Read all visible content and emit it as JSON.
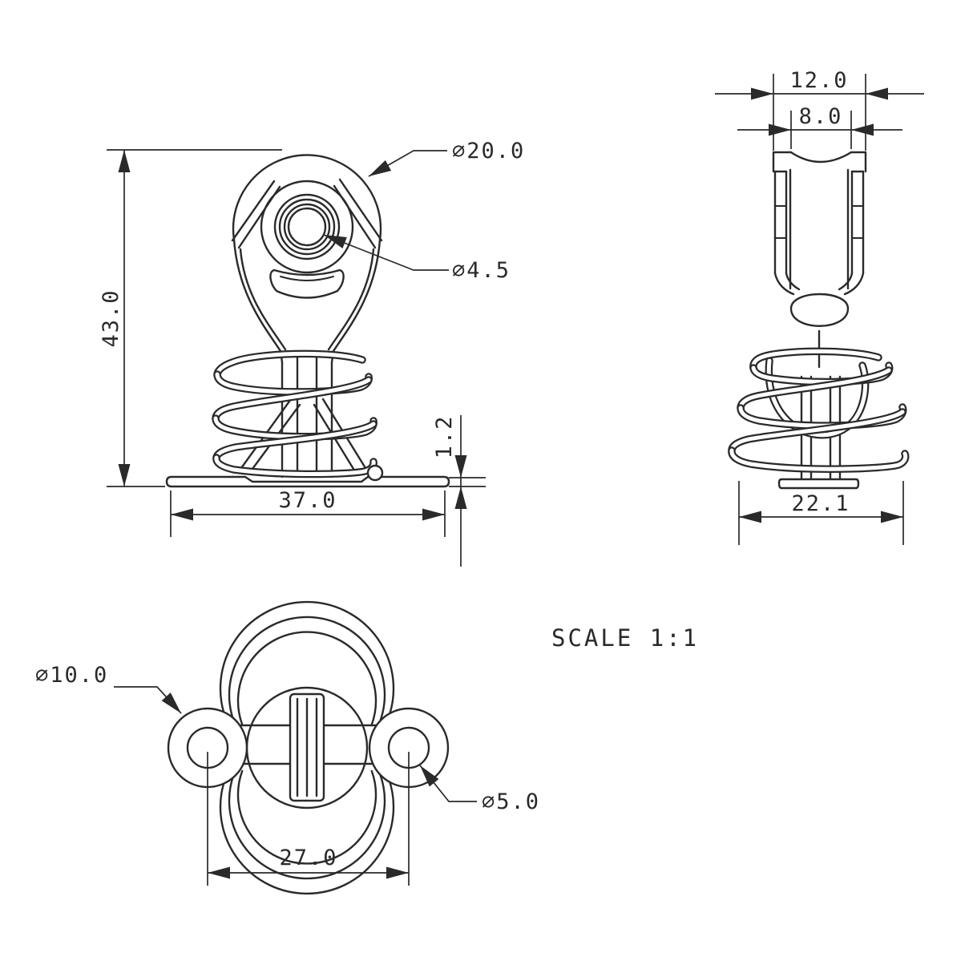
{
  "drawing": {
    "scale_label": "SCALE  1:1",
    "line_color": "#2a2a2a",
    "background_color": "#ffffff",
    "views": {
      "front": {
        "dimensions": {
          "height": "43.0",
          "base_width": "37.0",
          "plate_thickness": "1.2",
          "sheave_diameter": "∅20.0",
          "bore_diameter": "∅4.5"
        }
      },
      "side": {
        "dimensions": {
          "outer_width": "12.0",
          "groove_width": "8.0",
          "spring_outer_diameter": "22.1"
        }
      },
      "top": {
        "dimensions": {
          "lug_diameter": "∅10.0",
          "lug_hole_diameter": "∅5.0",
          "hole_center_spacing": "27.0"
        }
      }
    }
  }
}
